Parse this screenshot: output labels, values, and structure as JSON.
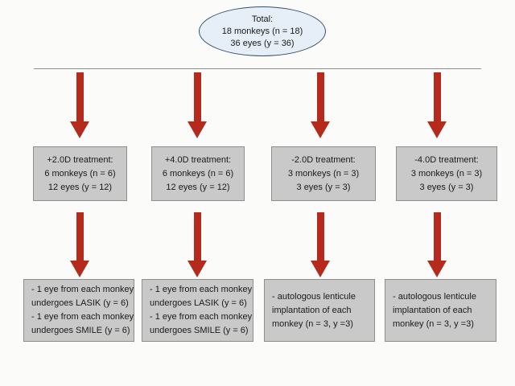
{
  "diagram": {
    "title": "Monkey refractive surgery study allocation flowchart",
    "colors": {
      "background": "#fbfbfa",
      "arrow": "#b52a1c",
      "box_fill": "#c9c9c9",
      "box_border": "#8e8e8e",
      "ellipse_fill": "#e6eff7",
      "ellipse_border": "#35506b",
      "rule": "#8c8c8c"
    },
    "root": {
      "shape": "ellipse",
      "lines": [
        "Total:",
        "18 monkeys (n = 18)",
        "36 eyes (y = 36)"
      ]
    },
    "divider": {
      "name": "horizontal-rule"
    },
    "arrows_top": [
      {
        "name": "arrow-to-group-1"
      },
      {
        "name": "arrow-to-group-2"
      },
      {
        "name": "arrow-to-group-3"
      },
      {
        "name": "arrow-to-group-4"
      }
    ],
    "groups": [
      {
        "id": "group-1",
        "lines": [
          "+2.0D treatment:",
          "6 monkeys (n = 6)",
          "12 eyes (y = 12)"
        ]
      },
      {
        "id": "group-2",
        "lines": [
          "+4.0D treatment:",
          "6 monkeys (n = 6)",
          "12 eyes (y = 12)"
        ]
      },
      {
        "id": "group-3",
        "lines": [
          "-2.0D treatment:",
          "3 monkeys (n = 3)",
          "3 eyes (y = 3)"
        ]
      },
      {
        "id": "group-4",
        "lines": [
          "-4.0D treatment:",
          "3 monkeys (n = 3)",
          "3 eyes (y = 3)"
        ]
      }
    ],
    "arrows_bottom": [
      {
        "name": "arrow-to-procedure-1"
      },
      {
        "name": "arrow-to-procedure-2"
      },
      {
        "name": "arrow-to-procedure-3"
      },
      {
        "name": "arrow-to-procedure-4"
      }
    ],
    "procedures": [
      {
        "id": "procedure-1",
        "lines": [
          "- 1 eye from each monkey",
          "undergoes LASIK (y = 6)",
          "- 1 eye from each monkey",
          "undergoes SMILE (y = 6)"
        ]
      },
      {
        "id": "procedure-2",
        "lines": [
          "- 1 eye from each monkey",
          "undergoes LASIK (y = 6)",
          "- 1 eye from each monkey",
          "undergoes SMILE (y = 6)"
        ]
      },
      {
        "id": "procedure-3",
        "lines": [
          "- autologous lenticule",
          "implantation of each",
          "monkey (n = 3, y =3)"
        ]
      },
      {
        "id": "procedure-4",
        "lines": [
          "- autologous lenticule",
          "implantation of each",
          "monkey (n = 3, y =3)"
        ]
      }
    ]
  }
}
